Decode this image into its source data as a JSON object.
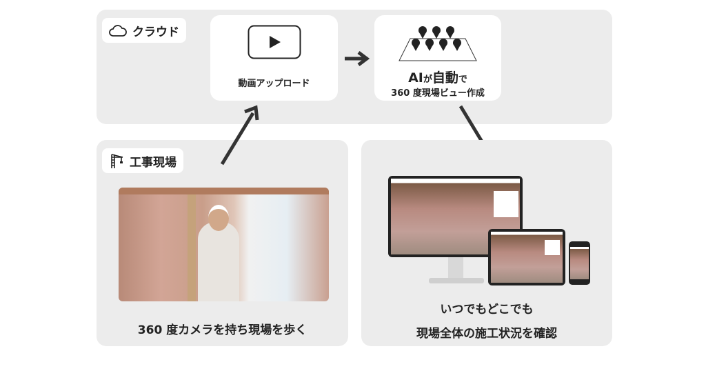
{
  "cloud": {
    "label": "クラウド",
    "icon": "cloud-icon"
  },
  "upload": {
    "label": "動画アップロード",
    "icon": "play-icon"
  },
  "ai": {
    "line1_a": "AI",
    "line1_b": "が",
    "line1_c": "自動",
    "line1_d": "で",
    "line2": "360 度現場ビュー作成",
    "icon": "map-pins-icon"
  },
  "site": {
    "label": "工事現場",
    "icon": "crane-icon",
    "caption": "360 度カメラを持ち現場を歩く"
  },
  "view": {
    "line1": "いつでもどこでも",
    "line2": "現場全体の施工状況を確認"
  }
}
